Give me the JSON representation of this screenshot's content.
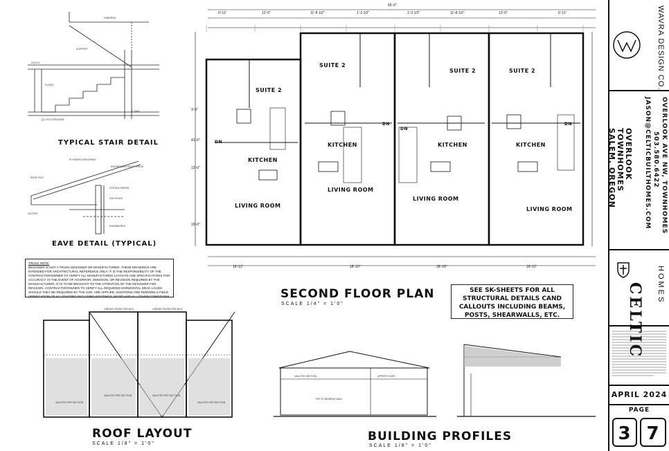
{
  "details": {
    "stair_title": "TYPICAL STAIR DETAIL",
    "eave_title": "EAVE DETAIL (TYPICAL)",
    "truss_note_heading": "TRUSS NOTE:",
    "truss_note_text": "DESIGNER IS NOT A TRUSS DESIGNER OR MANUFACTURER. THESE DRAWINGS ARE INTENDED FOR ARCHITECTURAL REFERENCE ONLY. IT IS THE RESPONSIBILITY OF THE CONTRACTOR/OWNER TO VERIFY ALL MANUFACTURED LAYOUTS AND SPECIFICATIONS FOR ACCURACY. IN THE EVENT OF AN ERROR, OMISSION, OR REVISION REQUIRED BY THE MANUFACTURER, IT IS TO BE BROUGHT TO THE ATTENTION OF THE DESIGNER FOR REVISION. CONTRACTOR/OWNER TO VERIFY ALL REQUIRED HORIZONTAL DRAG LOADS SHOULD THEY BE REQUIRED BY THE CUR. ARE APPLIED, ADDITIONS AND REMODELS FIELD VERIFICATION OF ALL EXISTING INCLUDING FOOTINGS, WOOD AND ALL OTHER CONDITIONS ARE TO BE VERIFIED BY THE CONTRACTOR/OWNER FOR ACCURACY PRIOR TO MANUFACTURING."
  },
  "plan": {
    "title": "SECOND FLOOR PLAN",
    "scale": "SCALE 1/4\" = 1'0\"",
    "overall_dim": "56'-0\"",
    "rooms": {
      "suite": "SUITE 2",
      "kitchen": "KITCHEN",
      "living": "LIVING ROOM",
      "dn": "DN"
    },
    "top_dims": [
      "6'-11\"",
      "12'-0\"",
      "11'-8 1/2\"",
      "1'-3 1/2\"",
      "1'-3 1/2\"",
      "11'-8 1/2\"",
      "12'-0\"",
      "6'-11\""
    ],
    "bottom_dims": [
      "16'-11\"",
      "18'-10\"",
      "18'-10\"",
      "16'-11\""
    ],
    "side_dims": [
      "41'-0\"",
      "3'-6\"",
      "12'-0\"",
      "10'-0\""
    ]
  },
  "callout": {
    "lines": [
      "SEE SK-SHEETS FOR ALL",
      "STRUCTURAL DETAILS CAND",
      "CALLOUTS INCLUDING BEAMS,",
      "POSTS, SHEARWALLS, ETC."
    ]
  },
  "roof": {
    "title": "ROOF LAYOUT",
    "scale": "SCALE 1/8\" = 1'0\""
  },
  "profiles": {
    "title": "BUILDING PROFILES",
    "scale": "SCALE 1/8\" = 1'0\""
  },
  "titleblock": {
    "company": "WAVRA DESIGN CO.",
    "project_lines": [
      "OVERLOOK",
      "TOWNHOMES",
      "SALEM, OREGON"
    ],
    "address_lines": [
      "OVERLOOK AVE NW, TOWNHOMES",
      "503.580.6422",
      "JASON@CELTICBUILTHOMES.COM"
    ],
    "builder": "CELTIC",
    "builder_sub": "HOMES",
    "date": "APRIL 2024",
    "page_label": "PAGE",
    "page_num": "3",
    "page_total": "7"
  }
}
